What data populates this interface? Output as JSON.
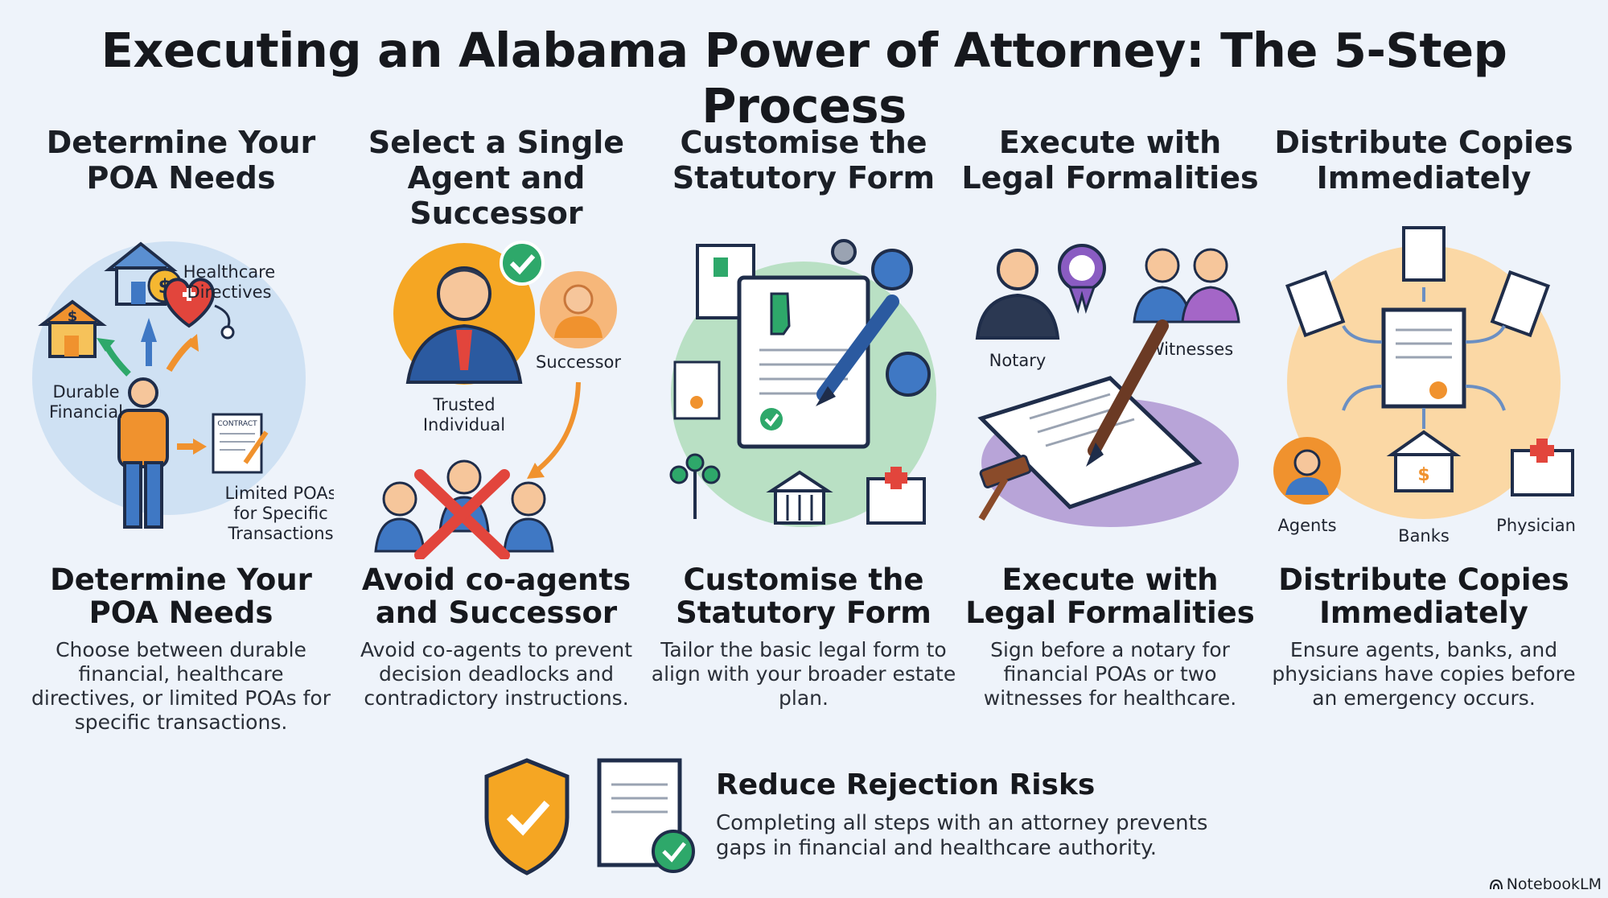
{
  "title": "Executing an Alabama Power of Attorney: The 5-Step Process",
  "steps": [
    {
      "heading": "Determine Your POA Needs",
      "title": "Determine Your POA Needs",
      "description": "Choose between durable financial, healthcare directives, or limited POAs for specific transactions.",
      "labels": [
        "Healthcare",
        "Directives",
        "Durable",
        "Financial",
        "Limited POAs",
        "for Specific",
        "Transactions",
        "CONTRACT"
      ]
    },
    {
      "heading": "Select a Single Agent and Successor",
      "title": "Avoid co-agents and Successor",
      "description": "Avoid co-agents to prevent decision deadlocks and contradictory instructions.",
      "labels": [
        "Trusted",
        "Individual",
        "Successor"
      ]
    },
    {
      "heading": "Customise the Statutory Form",
      "title": "Customise the Statutory Form",
      "description": "Tailor the basic legal form to align with your broader estate plan.",
      "labels": []
    },
    {
      "heading": "Execute with Legal Formalities",
      "title": "Execute with Legal Formalities",
      "description": "Sign before a notary for financial POAs or two witnesses for healthcare.",
      "labels": [
        "Notary",
        "Witnesses"
      ]
    },
    {
      "heading": "Distribute Copies Immediately",
      "title": "Distribute Copies Immediately",
      "description": "Ensure agents, banks, and physicians have copies before an emergency occurs.",
      "labels": [
        "Agents",
        "Banks",
        "Physicians"
      ]
    }
  ],
  "footer": {
    "title": "Reduce Rejection Risks",
    "text": "Completing all steps with an attorney prevents gaps in financial and healthcare authority."
  },
  "brand": "NotebookLM",
  "colors": {
    "orange": "#f0922e",
    "blue": "#3f78c4",
    "green": "#2ea86a",
    "red": "#e2453c",
    "navy": "#1f2d4a",
    "background": "#eef3fa"
  }
}
